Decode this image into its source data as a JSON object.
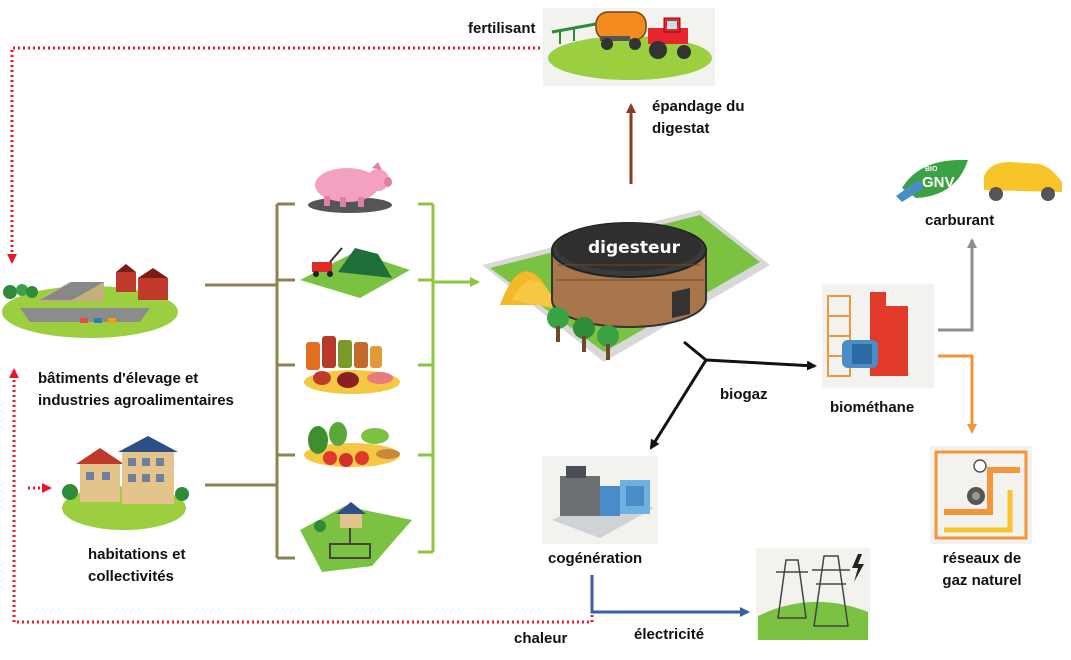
{
  "labels": {
    "fertilisant": "fertilisant",
    "epandage_line1": "épandage du",
    "epandage_line2": "digestat",
    "carburant": "carburant",
    "batiments_line1": "bâtiments d'élevage et",
    "batiments_line2": "industries agroalimentaires",
    "habitations_line1": "habitations et",
    "habitations_line2": "collectivités",
    "digesteur": "digesteur",
    "biogaz": "biogaz",
    "biomethane": "biométhane",
    "cogeneration": "cogénération",
    "reseaux_line1": "réseaux de",
    "reseaux_line2": "gaz naturel",
    "chaleur": "chaleur",
    "electricite": "électricité",
    "gnv_bio": "BIO",
    "gnv": "GNV"
  },
  "colors": {
    "heat_dotted": "#e8192c",
    "digestate_arrow": "#8b3a1a",
    "input_lines": "#8f8250",
    "green_bracket": "#8cc63f",
    "biogas_arrows": "#111111",
    "fuel_arrow": "#8f8f8f",
    "grid_arrow": "#f2953b",
    "electricity_arrow": "#3a5fa0"
  },
  "icons": [
    "tractor-spreader-icon",
    "car-gnv-icon",
    "farm-buildings-icon",
    "houses-icon",
    "pig-icon",
    "lawn-mower-icon",
    "food-jars-icon",
    "vegetables-icon",
    "house-septic-icon",
    "digester-icon",
    "biomethane-unit-icon",
    "gas-network-icon",
    "cogeneration-engine-icon",
    "power-pylon-icon"
  ]
}
